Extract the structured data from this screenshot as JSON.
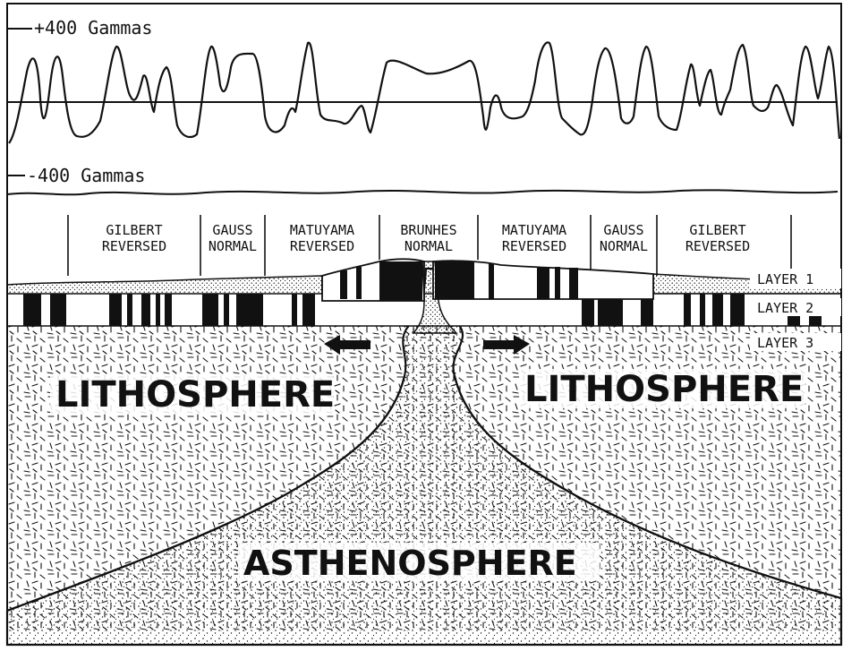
{
  "magnetics": {
    "top_label": "+400 Gammas",
    "bottom_label": "-400 Gammas"
  },
  "polarity": {
    "periods": [
      {
        "name": "GILBERT",
        "type": "REVERSED"
      },
      {
        "name": "GAUSS",
        "type": "NORMAL"
      },
      {
        "name": "MATUYAMA",
        "type": "REVERSED"
      },
      {
        "name": "BRUNHES",
        "type": "NORMAL"
      },
      {
        "name": "MATUYAMA",
        "type": "REVERSED"
      },
      {
        "name": "GAUSS",
        "type": "NORMAL"
      },
      {
        "name": "GILBERT",
        "type": "REVERSED"
      }
    ]
  },
  "layers": {
    "layer1": "LAYER 1",
    "layer2": "LAYER 2",
    "layer3": "LAYER 3"
  },
  "regions": {
    "lithosphere_left": "LITHOSPHERE",
    "lithosphere_right": "LITHOSPHERE",
    "asthenosphere": "ASTHENOSPHERE"
  },
  "colors": {
    "ink": "#111111",
    "paper": "#ffffff"
  }
}
